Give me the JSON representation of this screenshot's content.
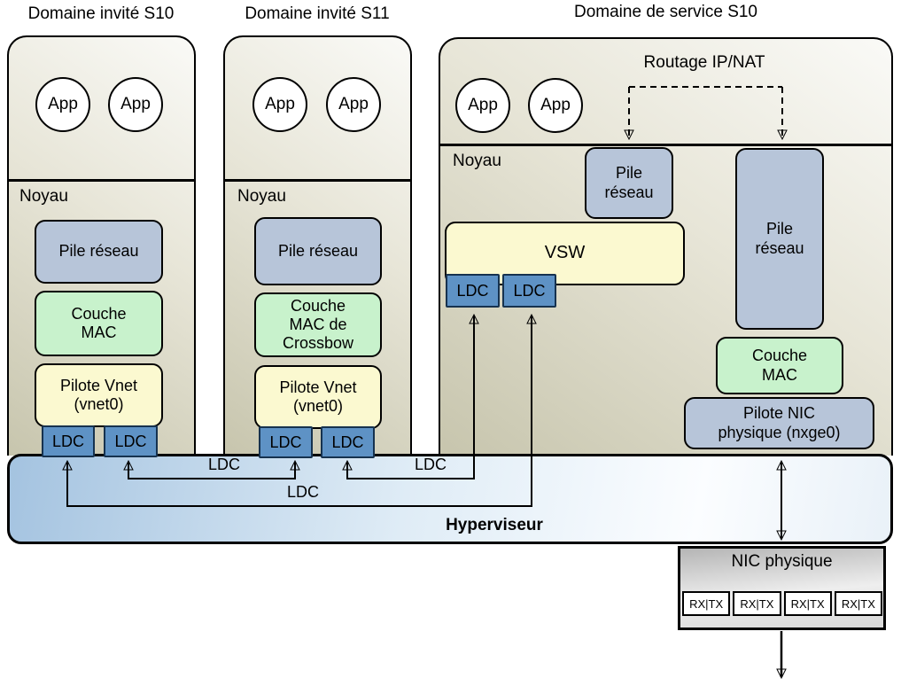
{
  "domains": {
    "guest1": {
      "title": "Domaine invité S10",
      "kernel": "Noyau",
      "stack": "Pile réseau",
      "mac": "Couche MAC",
      "vnet": "Pilote Vnet (vnet0)"
    },
    "guest2": {
      "title": "Domaine invité S11",
      "kernel": "Noyau",
      "stack": "Pile réseau",
      "mac": "Couche MAC de Crossbow",
      "vnet": "Pilote Vnet (vnet0)"
    },
    "service": {
      "title": "Domaine de service S10",
      "kernel": "Noyau",
      "routing": "Routage IP/NAT",
      "stack_small": "Pile réseau",
      "stack_tall": "Pile réseau",
      "vsw": "VSW",
      "mac": "Couche MAC",
      "nic_driver": "Pilote NIC physique (nxge0)"
    }
  },
  "labels": {
    "app": "App",
    "ldc": "LDC"
  },
  "ldc_channels": {
    "label_left": "LDC",
    "label_middle": "LDC",
    "label_right": "LDC"
  },
  "hypervisor": {
    "label": "Hyperviseur"
  },
  "nic": {
    "title": "NIC physique",
    "queues": [
      "RX|TX",
      "RX|TX",
      "RX|TX",
      "RX|TX"
    ]
  },
  "colors": {
    "domain_dark": "#c7c5ad",
    "domain_mid": "#e7e5d7",
    "domain_light": "#fafaf7",
    "stack_fill": "#b7c5d9",
    "mac_fill": "#c8f2cc",
    "vnet_fill": "#fbf9d0",
    "ldc_fill": "#5e92c5",
    "ldc_border": "#16324f",
    "hyper_left": "#a4c3e0",
    "hyper_right": "#fbfdff",
    "nic_top": "#b5b5b5",
    "nic_mid": "#eeeeee",
    "line": "#000000"
  }
}
